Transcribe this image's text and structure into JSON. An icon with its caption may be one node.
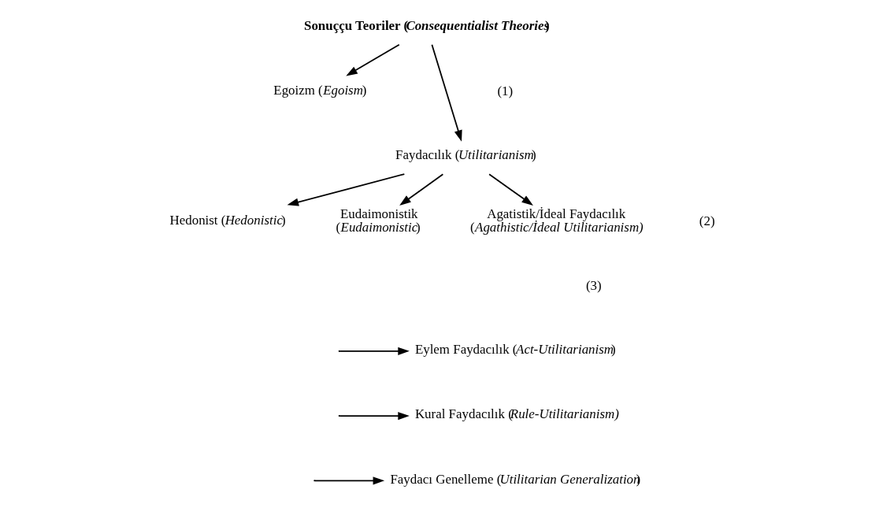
{
  "diagram": {
    "nodes": [
      {
        "text": [
          "Sonuççu Teoriler (*Consequentialist Theories*)"
        ]
      },
      {
        "text": [
          "Egoizm (*Egoism*)"
        ]
      },
      {
        "text": [
          "Faydacılık (*Utilitarianism*)"
        ]
      },
      {
        "text": [
          "Hedonist (*Hedonistic*)"
        ]
      },
      {
        "text": [
          "Eudaimonistik (*Eudaimonistic*)"
        ]
      },
      {
        "text": [
          "Agatistik/İdeal Faydacılık (*Agathistic/İdeal Utilitarianism)*"
        ]
      },
      {
        "text": [
          "Eylem Faydacılık (*Act-Utilitarianism*)"
        ]
      },
      {
        "text": [
          "Kural Faydacılık (*Rule-Utilitarianism)*"
        ]
      },
      {
        "text": [
          "Faydacı Genelleme (*Utilitarian Generalization*)"
        ]
      }
    ],
    "edges": [
      {
        "from": 0,
        "to": 1,
        "arrow": "to"
      },
      {
        "from": 0,
        "to": 2,
        "arrow": "to"
      },
      {
        "from": 2,
        "to": 3,
        "arrow": "to"
      },
      {
        "from": 2,
        "to": 5,
        "arrow": "to"
      },
      {
        "from": 2,
        "to": 4,
        "arrow": "to"
      },
      {
        "from": null,
        "to": 6,
        "arrow": "to"
      },
      {
        "from": null,
        "to": 7,
        "arrow": "to"
      },
      {
        "from": null,
        "to": 8,
        "arrow": "to"
      }
    ],
    "labels": [
      "(1)",
      "(2)",
      "(3)"
    ]
  }
}
